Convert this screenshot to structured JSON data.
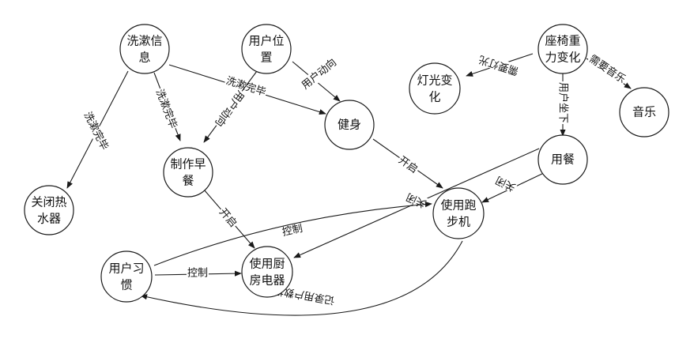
{
  "nodes": {
    "wash_info": [
      "洗漱信",
      "息"
    ],
    "user_location": [
      "用户位",
      "置"
    ],
    "fitness": [
      "健身"
    ],
    "turn_off_heater": [
      "关闭热",
      "水器"
    ],
    "make_breakfast": [
      "制作早",
      "餐"
    ],
    "use_kitchen": [
      "使用厨",
      "房电器"
    ],
    "user_habit": [
      "用户习",
      "惯"
    ],
    "use_treadmill": [
      "使用跑",
      "步机"
    ],
    "dining": [
      "用餐"
    ],
    "seat_gravity": [
      "座椅重",
      "力变化"
    ],
    "light_change": [
      "灯光变",
      "化"
    ],
    "music": [
      "音乐"
    ]
  },
  "edges": {
    "wash_to_heater": "洗漱完毕",
    "wash_to_breakfast": "洗漱完毕",
    "wash_to_fitness": "洗漱完毕",
    "location_to_breakfast": "用户动向",
    "location_to_fitness": "用户动向",
    "fitness_to_treadmill": "开启",
    "breakfast_to_kitchen": "开启",
    "dining_to_kitchen": "关闭",
    "dining_to_treadmill": "关闭",
    "habit_to_treadmill": "控制",
    "habit_to_kitchen": "控制",
    "treadmill_to_habit": "记录用户数据",
    "seat_to_light": "需要灯光",
    "seat_to_dining": "用户坐下",
    "seat_to_music": "需要音乐"
  }
}
